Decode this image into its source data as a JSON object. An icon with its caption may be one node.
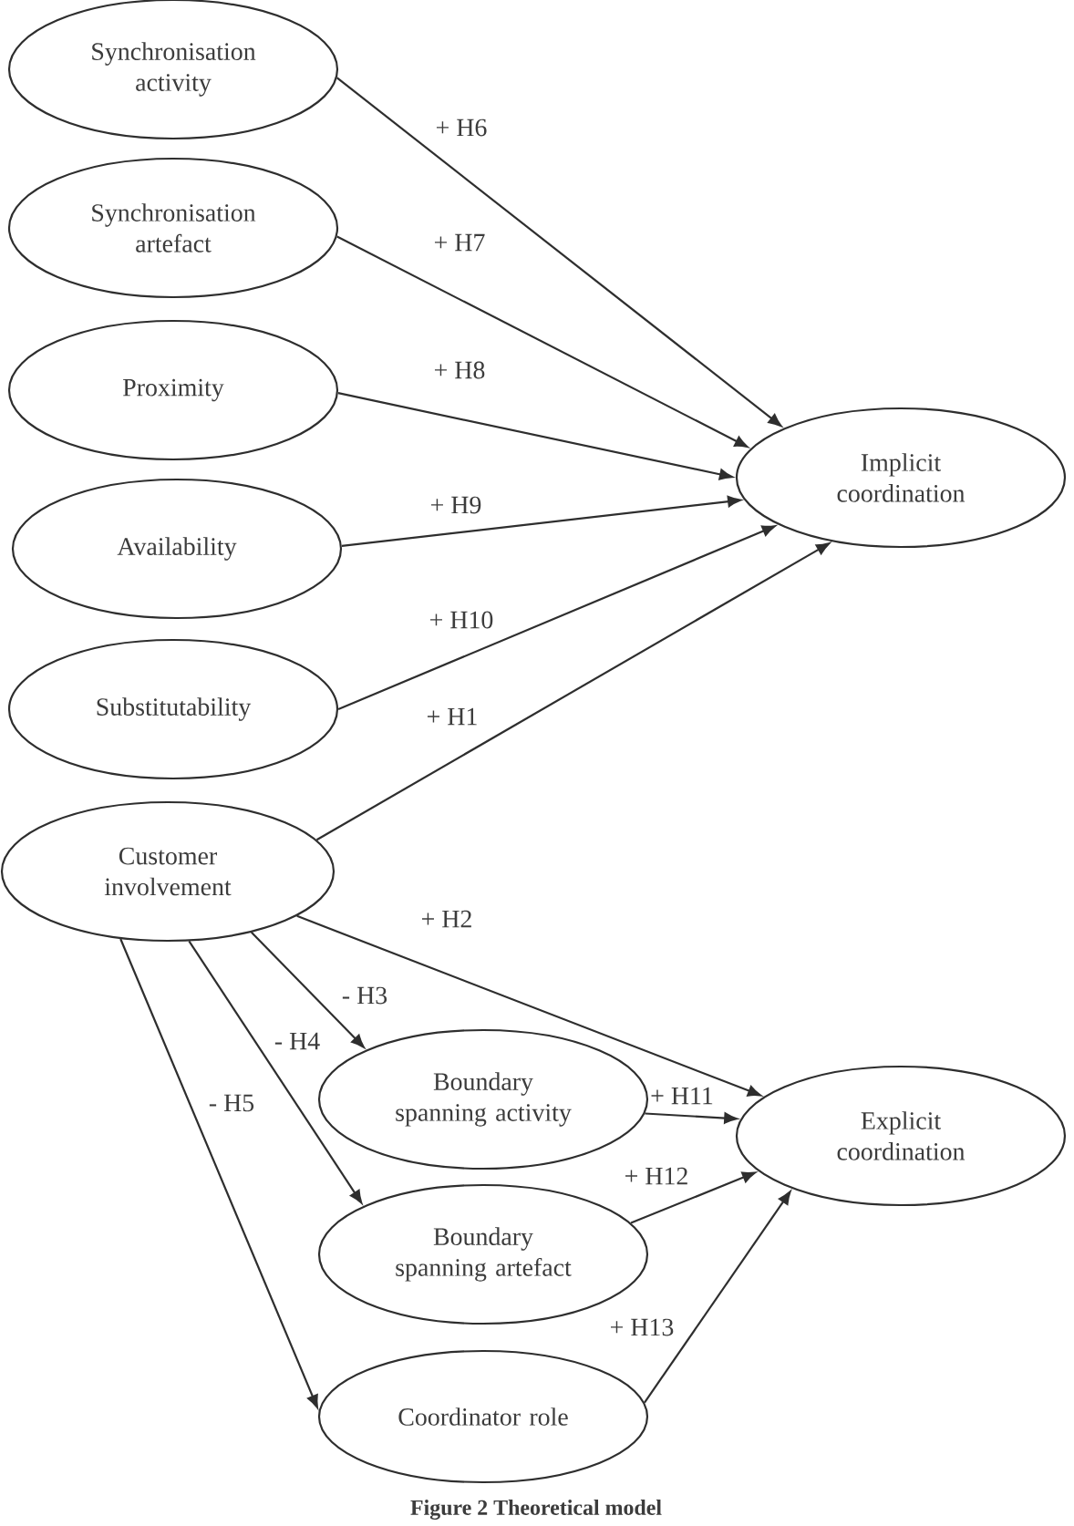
{
  "diagram": {
    "caption": "Figure 2 Theoretical model",
    "nodes": [
      {
        "text": [
          "Synchronisation activity"
        ]
      },
      {
        "text": [
          "Synchronisation artefact"
        ]
      },
      {
        "text": [
          "Proximity"
        ]
      },
      {
        "text": [
          "Implicit coordination"
        ]
      },
      {
        "text": [
          "Availability"
        ]
      },
      {
        "text": [
          "Substitutability"
        ]
      },
      {
        "text": [
          "Customer involvement"
        ]
      },
      {
        "text": [
          "Boundary spanning activity"
        ]
      },
      {
        "text": [
          "Explicit coordination"
        ]
      },
      {
        "text": [
          "Boundary spanning artefact"
        ]
      },
      {
        "text": [
          "Coordinator role"
        ]
      }
    ],
    "edges": [
      {
        "from": 0,
        "to": 3,
        "arrow": "to",
        "label": "+ H6"
      },
      {
        "from": 1,
        "to": 3,
        "arrow": "to",
        "label": "+ H7"
      },
      {
        "from": 2,
        "to": 3,
        "arrow": "to",
        "label": "+ H8"
      },
      {
        "from": 4,
        "to": 3,
        "arrow": "to",
        "label": "+ H9"
      },
      {
        "from": 5,
        "to": 3,
        "arrow": "to",
        "label": "+ H10"
      },
      {
        "from": 6,
        "to": 3,
        "arrow": "to",
        "label": "+ H1"
      },
      {
        "from": 6,
        "to": 8,
        "arrow": "to",
        "label": "+ H2"
      },
      {
        "from": 6,
        "to": 7,
        "arrow": "to",
        "label": "- H3"
      },
      {
        "from": 6,
        "to": 9,
        "arrow": "to",
        "label": "- H4"
      },
      {
        "from": 6,
        "to": 10,
        "arrow": "to",
        "label": "- H5"
      },
      {
        "from": 7,
        "to": 8,
        "arrow": "to",
        "label": "+ H11"
      },
      {
        "from": 9,
        "to": 8,
        "arrow": "to",
        "label": "+ H12"
      },
      {
        "from": 10,
        "to": 8,
        "arrow": "to",
        "label": "+ H13"
      }
    ]
  }
}
